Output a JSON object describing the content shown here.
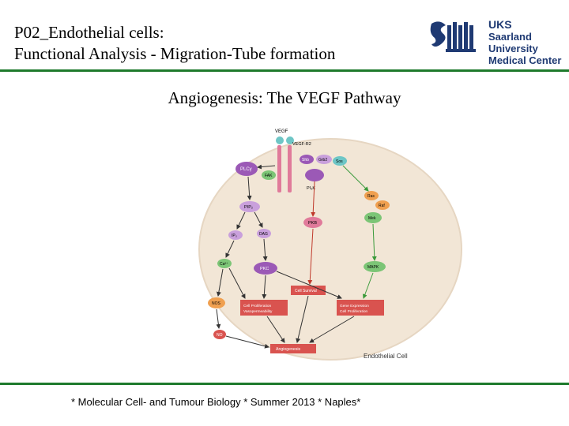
{
  "header": {
    "title_line1": "P02_Endothelial cells:",
    "title_line2": "Functional Analysis - Migration-Tube formation"
  },
  "logo": {
    "line1": "UKS",
    "line2": "Saarland University",
    "line3": "Medical Center",
    "color": "#1f3a73"
  },
  "slide": {
    "subtitle": "Angiogenesis: The VEGF Pathway"
  },
  "diagram": {
    "cell_label": "Endothelial Cell",
    "nodes": {
      "vegf": "VEGF",
      "vegfr2": "VEGF-R2",
      "shb": "Shb",
      "grb2": "Grb2",
      "sos": "Sos",
      "plcg": "PLCγ",
      "fak": "FAK",
      "pi3k": "PI₃K",
      "ras": "Ras",
      "raf": "Raf",
      "mek": "Mek",
      "pip2": "PIP₂",
      "pkb": "PKB",
      "ip3": "IP₃",
      "dag": "DAG",
      "ca": "Ca²⁺",
      "pkc": "PKC",
      "mapk": "MAPK",
      "nos": "NOS",
      "no": "NO",
      "cell_survival": "Cell Survival",
      "prolif_line1": "Cell Proliferation",
      "prolif_line2": "Vasopermeability",
      "gene_line1": "Gene Expression",
      "gene_line2": "Cell Proliferation",
      "angiogenesis": "Angiogenesis"
    },
    "colors": {
      "cell": "#f2e6d6",
      "receptor": "#e07a9a",
      "purple": "#9b59b6",
      "green": "#7cc576",
      "orange": "#f0a050",
      "red_box": "#d9534f",
      "teal": "#6ec6c6",
      "arrow": "#333333",
      "red_arrow": "#c0392b",
      "green_arrow": "#3a9a3a"
    }
  },
  "footer": {
    "text": "* Molecular Cell- and Tumour Biology * Summer 2013 * Naples*"
  }
}
